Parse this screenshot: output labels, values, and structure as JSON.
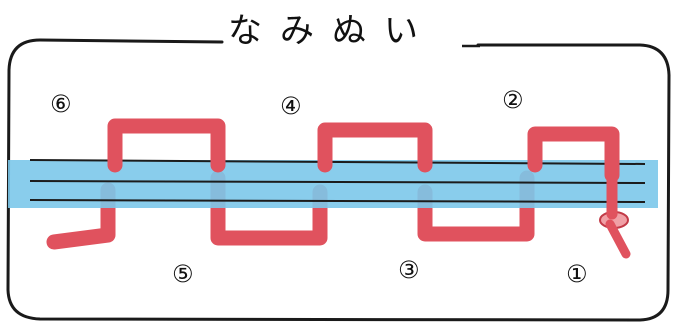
{
  "title": "なみぬい",
  "colors": {
    "frame": "#1a1a1a",
    "fabric": "#7cc8ea",
    "fabric_line": "#1c1c1c",
    "thread": "#e0525e",
    "thread_light": "#f0a0a6",
    "ink": "#111111",
    "background": "#ffffff"
  },
  "steps": [
    {
      "label": "1",
      "glyph": "①"
    },
    {
      "label": "2",
      "glyph": "②"
    },
    {
      "label": "3",
      "glyph": "③"
    },
    {
      "label": "4",
      "glyph": "④"
    },
    {
      "label": "5",
      "glyph": "⑤"
    },
    {
      "label": "6",
      "glyph": "⑥"
    }
  ]
}
